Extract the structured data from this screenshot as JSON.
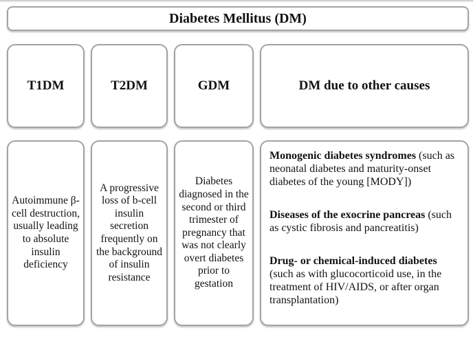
{
  "title": "Diabetes Mellitus (DM)",
  "colors": {
    "border": "#a3a3a3",
    "text": "#121212",
    "background": "#ffffff"
  },
  "categories": [
    {
      "label": "T1DM",
      "description": "Autoimmune β-cell destruction, usually leading to absolute insulin deficiency"
    },
    {
      "label": "T2DM",
      "description": "A progressive loss of b-cell insulin secretion frequently on the background of insulin resistance"
    },
    {
      "label": "GDM",
      "description": "Diabetes diagnosed in the second or third trimester of pregnancy that was not clearly overt diabetes prior to gestation"
    },
    {
      "label": "DM due to other causes"
    }
  ],
  "other_causes": {
    "items": [
      {
        "bold": "Monogenic diabetes syndromes",
        "rest": " (such as neonatal diabetes and maturity-onset diabetes of the young [MODY])"
      },
      {
        "bold": "Diseases of the exocrine pancreas",
        "rest": " (such as cystic fibrosis and pancreatitis)"
      },
      {
        "bold": "Drug- or chemical-induced diabetes",
        "rest": " (such as with glucocorticoid use, in the treatment of HIV/AIDS, or after organ transplantation)"
      }
    ]
  }
}
